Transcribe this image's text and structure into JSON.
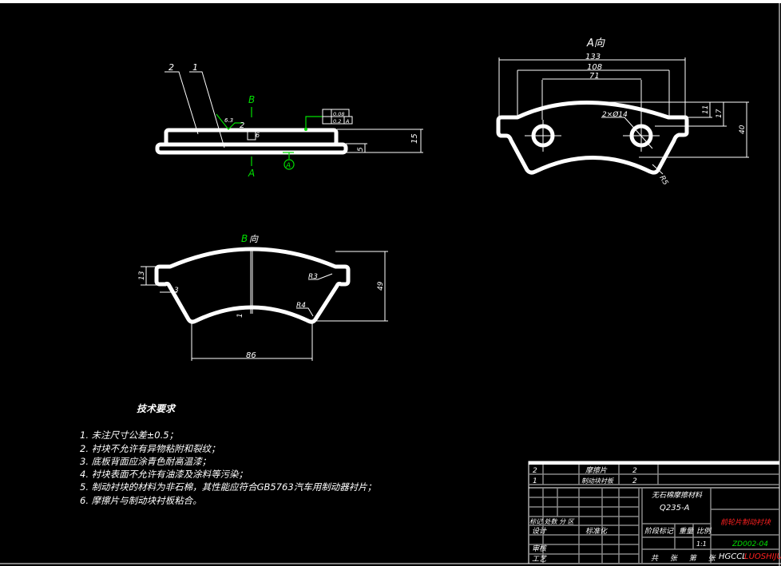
{
  "colors": {
    "background": "#000000",
    "lines": "#ffffff",
    "annotation": "#00e000",
    "title_red": "#ff2020"
  },
  "side_view": {
    "leader_2": "2",
    "leader_1": "1",
    "section_b": "B",
    "section_a": "A",
    "roughness": "6.3",
    "roughness_count": "2",
    "dim_height": "15",
    "dim_plate": "5",
    "dim_small": "6",
    "tolerance_flatness": "0.08",
    "tolerance_parallel": "0.2",
    "datum_ref": "A",
    "datum": "A"
  },
  "view_a": {
    "title": "A向",
    "dim_133": "133",
    "dim_108": "108",
    "dim_71": "71",
    "dim_11": "11",
    "dim_17": "17",
    "dim_40": "40",
    "holes": "2×Ø14",
    "radius": "R5"
  },
  "view_b": {
    "title_letter": "B",
    "title_suffix": "向",
    "dim_13": "13",
    "dim_3": "3",
    "dim_49": "49",
    "dim_86": "86",
    "dim_1": "1",
    "r3": "R3",
    "r4": "R4"
  },
  "requirements": {
    "title": "技术要求",
    "items": [
      "1. 未注尺寸公差±0.5；",
      "2. 衬块不允许有异物粘附和裂纹；",
      "3. 底板背面应涂青色耐高温漆；",
      "4. 衬块表面不允许有油漆及涂料等污染；",
      "5. 制动衬块的材料为非石棉，其性能应符合GB5763汽车用制动器衬片；",
      "6. 摩擦片与制动块衬板粘合。"
    ]
  },
  "title_block": {
    "parts": [
      {
        "no": "2",
        "name": "摩擦片",
        "qty": "2"
      },
      {
        "no": "1",
        "name": "制动块衬板",
        "qty": "2"
      }
    ],
    "revision_row": "标记 处数 分 区",
    "designer": "设计",
    "standard": "标准化",
    "reviewer": "审核",
    "process": "工艺",
    "material": "无石棉摩擦材料",
    "material_grade": "Q235-A",
    "stage_mark": "阶段标记",
    "weight": "重量",
    "scale": "比例",
    "scale_value": "1:1",
    "sheets": "共 张 第 张",
    "drawing_name": "前轮片制动衬块",
    "drawing_no": "ZD002-04",
    "school_prefix": "HGCCL",
    "author": "LUOSHIJUN"
  }
}
